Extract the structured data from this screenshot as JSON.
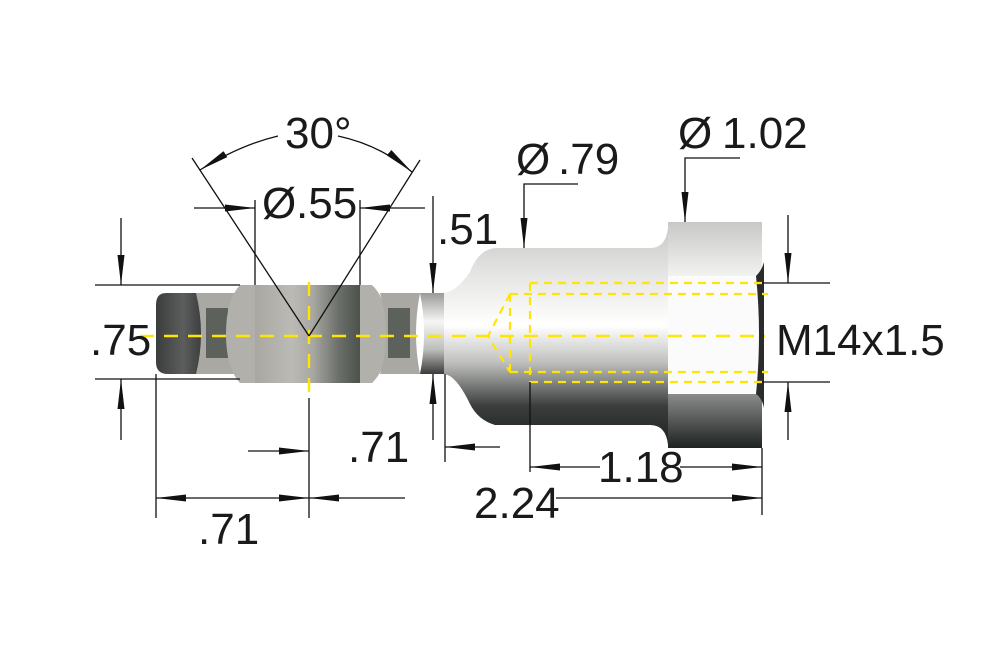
{
  "drawing": {
    "subject": "rod end with threaded female shank",
    "colors": {
      "background": "#ffffff",
      "dimension_lines": "#111111",
      "centerline": "#ffe600",
      "hidden_lines": "#ffe600",
      "metal_light": "#f4f4f2",
      "metal_dark": "#1e2220",
      "ball_mid": "#b5b3ad",
      "ball_dark": "#5c605a"
    },
    "dimensions": {
      "angle": {
        "label": "30°"
      },
      "ball_bore": {
        "symbol": "Ø",
        "value": ".55"
      },
      "neck": {
        "value": ".51"
      },
      "shank_diameter": {
        "symbol": "Ø",
        "value": ".79"
      },
      "hex_diameter": {
        "symbol": "Ø",
        "value": "1.02"
      },
      "thread": {
        "label": "M14x1.5"
      },
      "ball_width": {
        "value": ".75"
      },
      "ball_center_to_neck": {
        "value": ".71"
      },
      "left_to_center": {
        "value": ".71"
      },
      "thread_depth": {
        "value": "1.18"
      },
      "center_to_end": {
        "value": "2.24"
      }
    }
  }
}
